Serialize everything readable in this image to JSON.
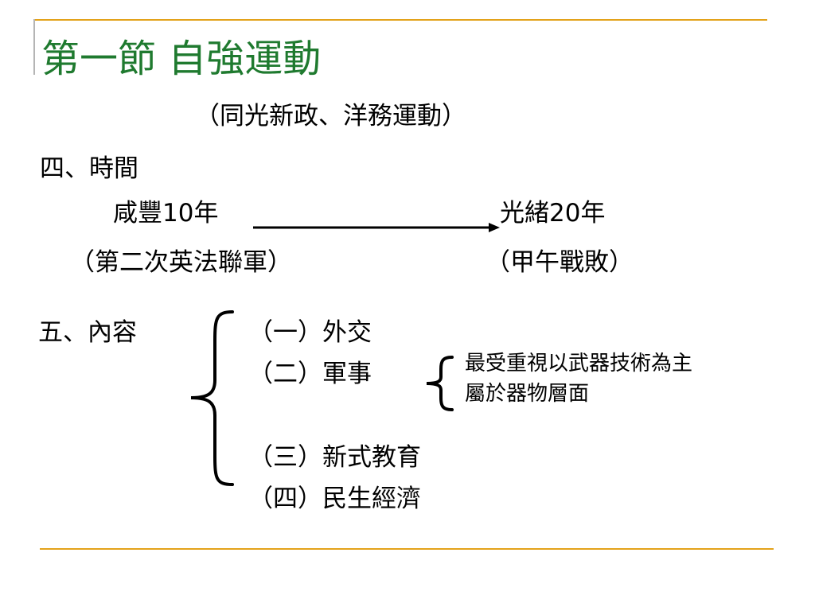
{
  "slide": {
    "title": "第一節 自強運動",
    "subtitle": "（同光新政、洋務運動）",
    "section_time": {
      "heading": "四、時間",
      "start_label": "咸豐10年",
      "end_label": "光緒20年",
      "start_note": "（第二次英法聯軍）",
      "end_note": "（甲午戰敗）"
    },
    "section_content": {
      "heading": "五、內容",
      "items": [
        "（一）外交",
        "（二）軍事",
        "（三）新式教育",
        "（四）民生經濟"
      ],
      "military_notes": [
        "最受重視以武器技術為主",
        "屬於器物層面"
      ]
    }
  },
  "colors": {
    "title": "#1f7a2f",
    "accent_line": "#e3a21a",
    "text": "#000000"
  }
}
